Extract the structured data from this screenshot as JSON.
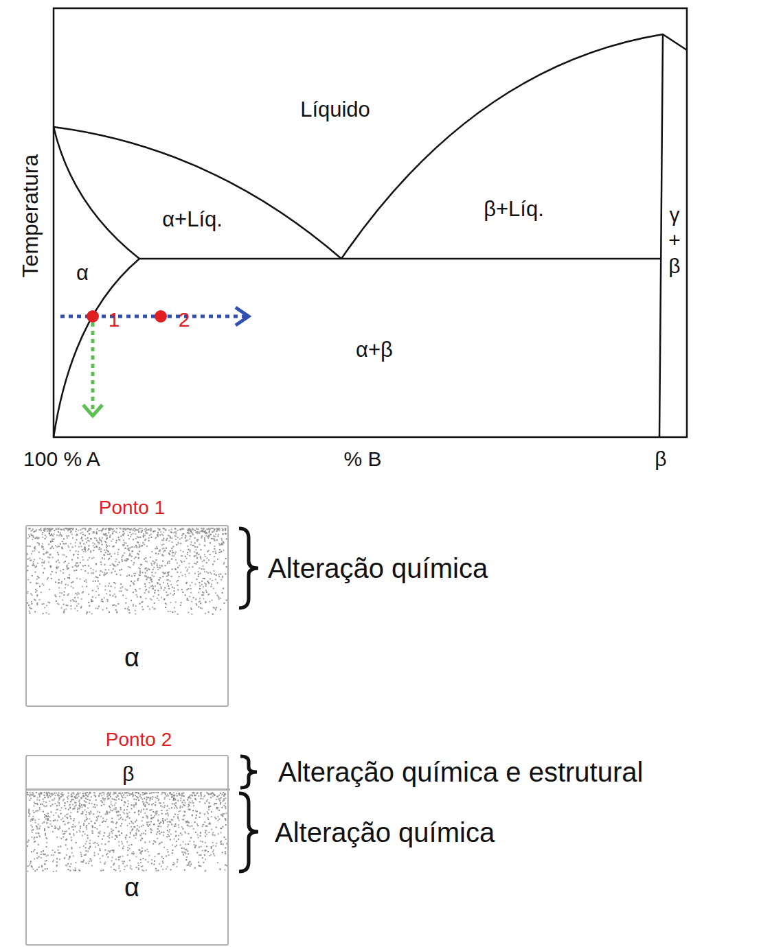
{
  "diagram": {
    "nodes": [
      {
        "text": [
          "Ponto 1",
          "α"
        ]
      },
      {
        "text": [
          "Ponto 2",
          "α"
        ]
      },
      {
        "text": [
          "β"
        ],
        "in": 1
      }
    ],
    "labels": [
      "Temperatura",
      "Líquido",
      "α+Líq.",
      "β+Líq.",
      "γ + β",
      "α",
      "α+β",
      "1",
      "2",
      "100 % A",
      "% B",
      "β",
      "Alteração química",
      "Alteração química e estrutural",
      "Alteração química"
    ]
  }
}
